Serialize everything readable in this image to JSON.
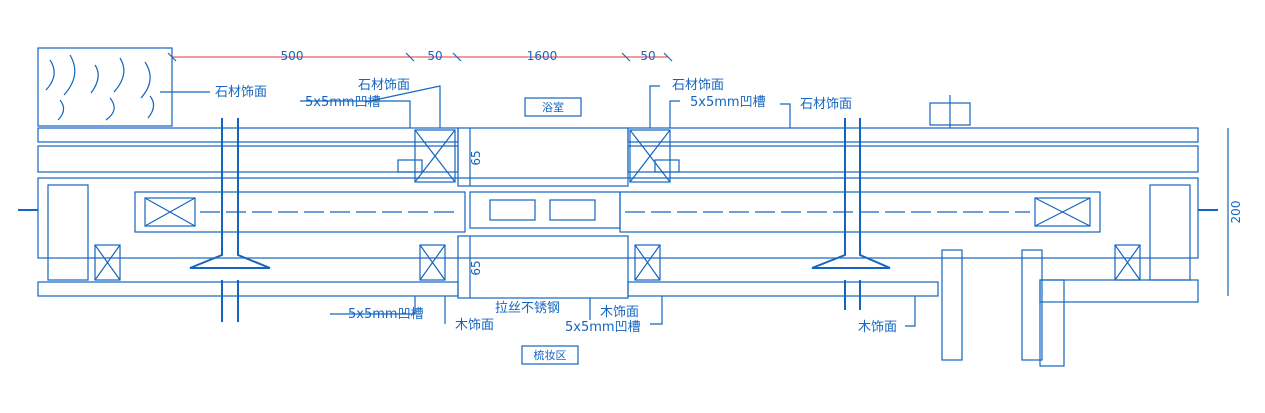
{
  "colors": {
    "line": "#1565c0",
    "dimension": "#e53935",
    "background": "#ffffff"
  },
  "dimensions_top": [
    "500",
    "50",
    "1600",
    "50"
  ],
  "dimensions_side": [
    "65",
    "65",
    "200"
  ],
  "rooms": {
    "bathroom": "浴室",
    "vanity": "梳妆区"
  },
  "labels": {
    "stone_finish_left": "石材饰面",
    "stone_finish_center_left": "石材饰面",
    "stone_finish_center_right": "石材饰面",
    "stone_finish_right": "石材饰面",
    "groove_top_left": "5x5mm凹槽",
    "groove_top_right": "5x5mm凹槽",
    "groove_bottom_left": "5x5mm凹槽",
    "groove_bottom_right": "5x5mm凹槽",
    "wood_finish_left": "木饰面",
    "wood_finish_center": "木饰面",
    "wood_finish_right": "木饰面",
    "brushed_steel": "拉丝不锈钢"
  }
}
